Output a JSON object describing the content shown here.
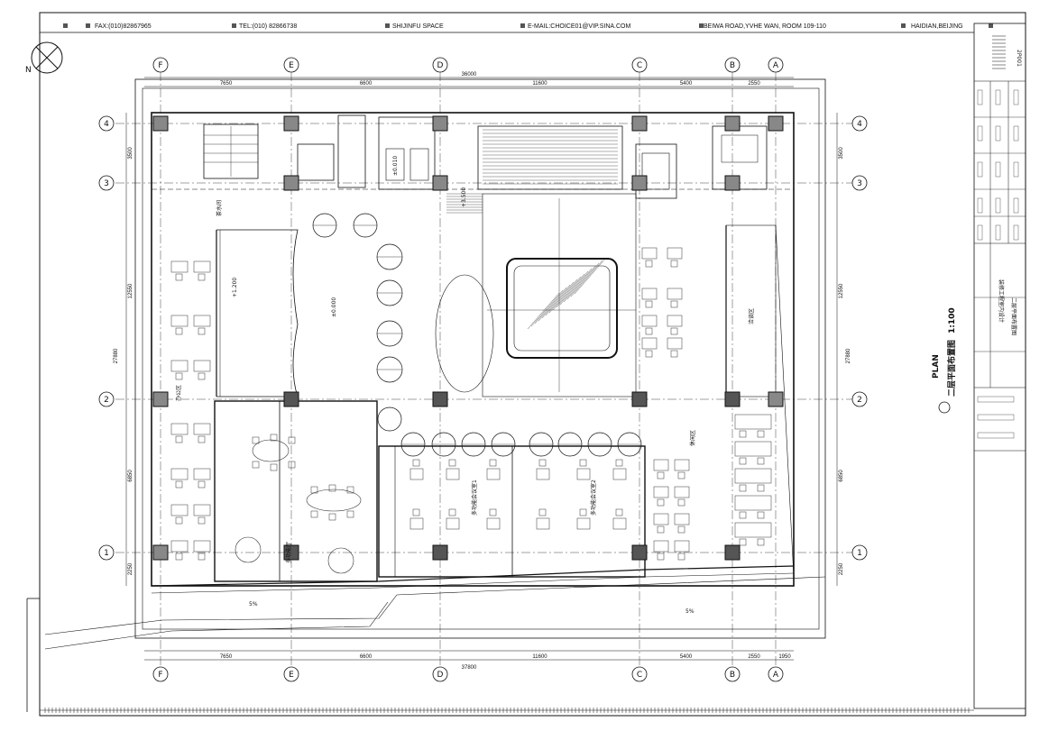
{
  "header": {
    "items": [
      "HAIDIAN,BEIJING",
      "BEIWA  ROAD,YVHE  WAN, ROOM 109-110",
      "E-MAIL:CHOICE01@VIP.SINA.COM",
      "SHIJINFU SPACE",
      "TEL:(010) 82866738",
      "FAX:(010)82867965"
    ]
  },
  "grid": {
    "columns": [
      "F",
      "E",
      "D",
      "C",
      "B",
      "A"
    ],
    "rows": [
      "4",
      "3",
      "2",
      "1"
    ],
    "top_dims_1": [
      "7650",
      "6600",
      "11600",
      "5400",
      "2550"
    ],
    "top_total": "36000",
    "bottom_dims": [
      "7650",
      "6600",
      "11600",
      "5400",
      "2550",
      "1950"
    ],
    "bottom_total": "37800",
    "left_dims": [
      "3500",
      "12550",
      "6850",
      "2250"
    ],
    "left_total": "27880",
    "right_dims": [
      "3500",
      "12550",
      "6850",
      "2250"
    ],
    "right_total": "27880"
  },
  "plan": {
    "title_en": "PLAN",
    "title_cn": "二层平面布置图",
    "scale": "1:100",
    "rooms": [
      "办公区",
      "多功能会议室1",
      "多功能会议室2",
      "休闲区",
      "茶水间",
      "洽谈区",
      "多功能厅"
    ],
    "levels": [
      "±0.000",
      "+1.200",
      "+3.500",
      "±0.010"
    ]
  },
  "title_block": {
    "project": "装修工程室内设计",
    "drawing": "二层平面布置图",
    "number": "2P001"
  },
  "slope_labels": [
    "5%",
    "5%"
  ]
}
